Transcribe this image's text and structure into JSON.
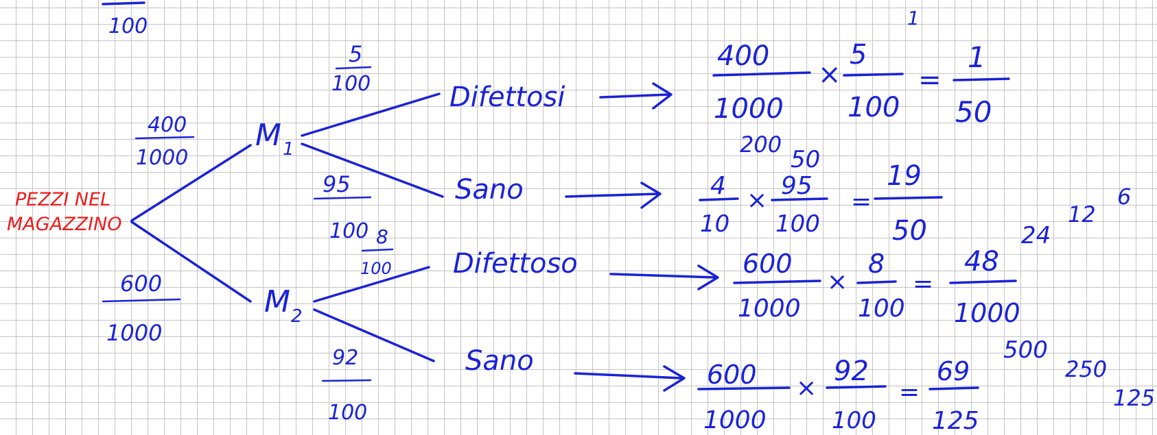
{
  "top": {
    "denominator": "100"
  },
  "root": {
    "line1": "PEZZI NEL",
    "line2": "MAGAZZINO"
  },
  "branches": {
    "m1": {
      "label": "M",
      "sub": "1",
      "p_num": "400",
      "p_den": "1000"
    },
    "m2": {
      "label": "M",
      "sub": "2",
      "p_num": "600",
      "p_den": "1000"
    }
  },
  "leaves": [
    {
      "label": "Difettosi",
      "p_num": "5",
      "p_den": "100"
    },
    {
      "label": "Sano",
      "p_num": "95",
      "p_den": "100"
    },
    {
      "label": "Difettoso",
      "p_num": "8",
      "p_den": "100"
    },
    {
      "label": "Sano",
      "p_num": "92",
      "p_den": "100"
    }
  ],
  "calcs": [
    {
      "a_num": "400",
      "a_den": "1000",
      "b_num": "5",
      "b_den": "100",
      "times": "×",
      "eq": "=",
      "r_num": "1",
      "r_den": "50",
      "extra1": "200",
      "extra2": "50",
      "extra3": "1"
    },
    {
      "a_num": "4",
      "a_den": "10",
      "b_num": "95",
      "b_den": "100",
      "times": "×",
      "eq": "=",
      "r_num": "19",
      "r_den": "50"
    },
    {
      "a_num": "600",
      "a_den": "1000",
      "b_num": "8",
      "b_den": "100",
      "times": "×",
      "eq": "=",
      "r_num": "48",
      "r_den": "1000",
      "extra1": "24",
      "extra2": "12",
      "extra3": "6"
    },
    {
      "a_num": "600",
      "a_den": "1000",
      "b_num": "92",
      "b_den": "100",
      "times": "×",
      "eq": "=",
      "r_num": "69",
      "r_den": "125",
      "extra1": "500",
      "extra2": "250",
      "extra3": "125"
    }
  ]
}
